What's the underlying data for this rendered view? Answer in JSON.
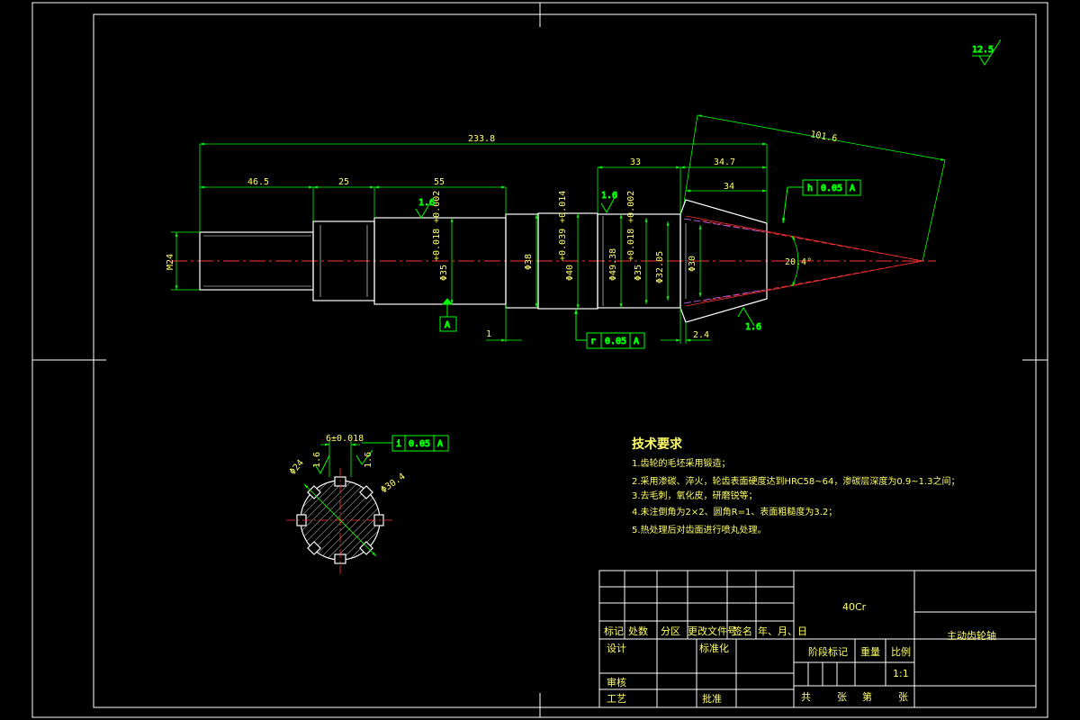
{
  "colors": {
    "background": "#000000",
    "frame": "#ffffff",
    "dimension": "#00ff00",
    "centerline": "#ff3333",
    "text": "#ffff66",
    "hidden": "#cc66ff"
  },
  "roughness": {
    "general": "12.5",
    "r1": "1.6",
    "r2": "1.6",
    "r3": "1.6"
  },
  "dimensions": {
    "total_length": "233.8",
    "d_46_5": "46.5",
    "d_25": "25",
    "d_55": "55",
    "d_33": "33",
    "d_34_7": "34.7",
    "d_34": "34",
    "d_101_6": "101.6",
    "thread": "M24",
    "dia_35": "Φ35",
    "dia_35_tol": "+0.018 +0.002",
    "dia_38": "Φ38",
    "dia_40": "Φ40",
    "dia_40_tol": "+0.039 +0.014",
    "dia_49_38": "Φ49.38",
    "dia_35b": "Φ35",
    "dia_35b_tol": "+0.018 +0.002",
    "dia_32_05": "Φ32.05",
    "dia_30": "Φ30",
    "angle": "20.4°",
    "gap_1": "1",
    "gap_2_4": "2.4",
    "key_width": "6±0.018",
    "section_dia": "Φ30.4",
    "datum": "A"
  },
  "tolerances": {
    "flatness": {
      "symbol": "h",
      "value": "0.05",
      "datum": "A"
    },
    "runout": {
      "symbol": "r",
      "value": "0.05",
      "datum": "A"
    },
    "section": {
      "symbol": "i",
      "value": "0.05",
      "datum": "A"
    }
  },
  "tech": {
    "title": "技术要求",
    "lines": [
      "1.齿轮的毛坯采用锻造；",
      "2.采用渗碳、淬火，轮齿表面硬度达到HRC58~64，渗碳层深度为0.9~1.3之间；",
      "3.去毛刺，氧化皮，研磨锐等；",
      "  4.未注倒角为2×2、圆角R=1、表面粗糙度为3.2；",
      "5.热处理后对齿面进行喷丸处理。"
    ]
  },
  "title_block": {
    "material": "40Cr",
    "part_name": "主动齿轮轴",
    "headers": [
      "标记",
      "处数",
      "分区",
      "更改文件号",
      "签名",
      "年、月、日"
    ],
    "design": "设计",
    "standardize": "标准化",
    "stage_mark": "阶段标记",
    "weight": "重量",
    "scale": "比例",
    "scale_value": "1:1",
    "review": "审核",
    "process": "工艺",
    "approve": "批准",
    "total": "共",
    "sheets": "张",
    "sheet_no": "第",
    "sheet_of": "张"
  }
}
